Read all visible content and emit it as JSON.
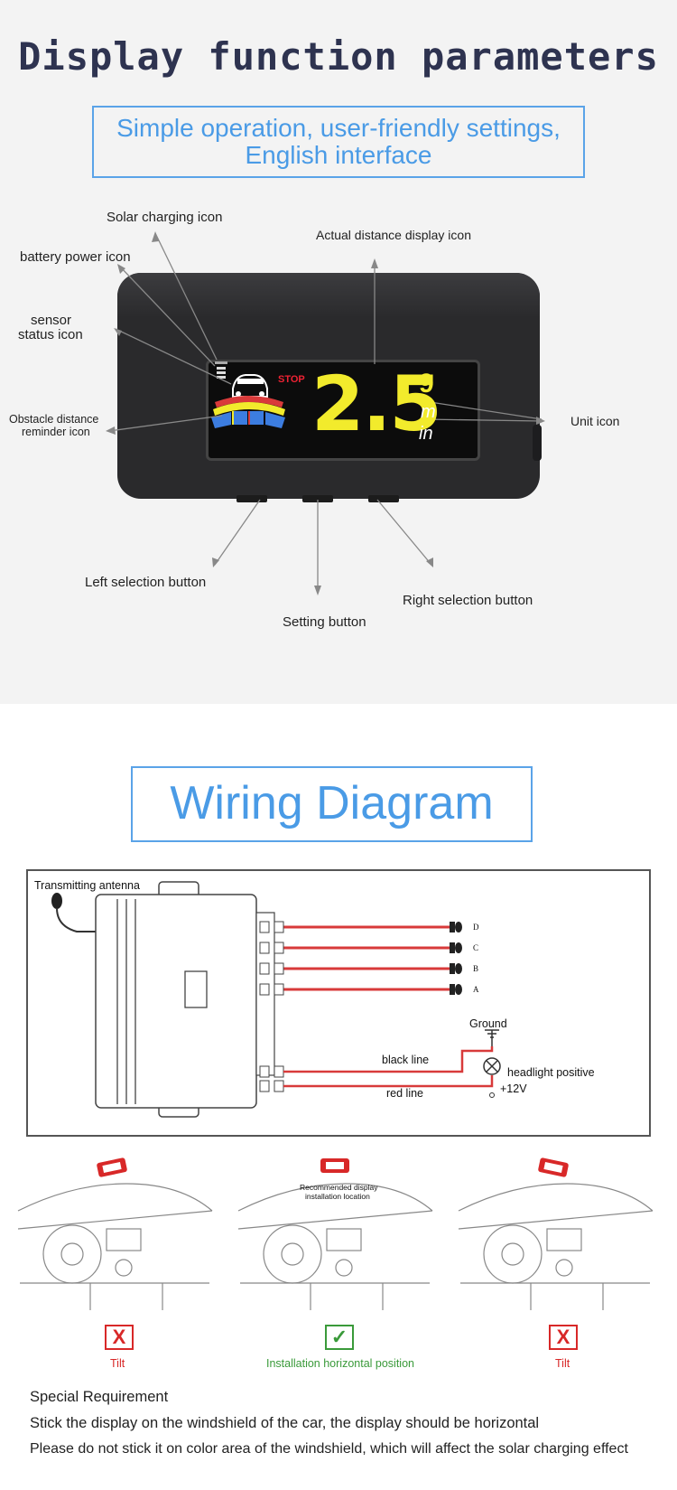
{
  "section1": {
    "heading": "Display function parameters",
    "subtitle_line1": "Simple operation, user-friendly settings,",
    "subtitle_line2": "English interface",
    "callouts": {
      "solar": "Solar charging icon",
      "actual_distance": "Actual distance display icon",
      "battery": "battery power icon",
      "sensor_line1": "sensor",
      "sensor_line2": "status icon",
      "obstacle_line1": "Obstacle distance",
      "obstacle_line2": "reminder icon",
      "unit": "Unit icon",
      "left_button": "Left selection button",
      "right_button": "Right selection button",
      "setting_button": "Setting button"
    },
    "display": {
      "stop_text": "STOP",
      "distance": "2.5",
      "unit_top": "9",
      "unit_mid": "m",
      "unit_bottom": "in"
    }
  },
  "section2": {
    "heading": "Wiring Diagram",
    "antenna_label": "Transmitting antenna",
    "sensor_ports": [
      "D",
      "C",
      "B",
      "A"
    ],
    "ground_label": "Ground",
    "black_line_label": "black line",
    "red_line_label": "red line",
    "headlight_label": "headlight positive",
    "voltage_label": "+12V",
    "recommended_line1": "Recommended display",
    "recommended_line2": "installation location",
    "captions": [
      "Tilt",
      "Installation horizontal position",
      "Tilt"
    ],
    "marks": [
      "X",
      "✓",
      "X"
    ],
    "requirements": [
      "Special Requirement",
      "Stick the display on the windshield of the car, the display should be horizontal",
      "Please do not stick it on color area of the windshield, which will affect the solar charging effect"
    ]
  },
  "colors": {
    "accent_blue": "#4a9be6",
    "heading_navy": "#2e3350",
    "wire_red": "#d83a3a",
    "display_yellow": "#f2eb2c",
    "error_red": "#d82828",
    "ok_green": "#3a9a3a"
  }
}
